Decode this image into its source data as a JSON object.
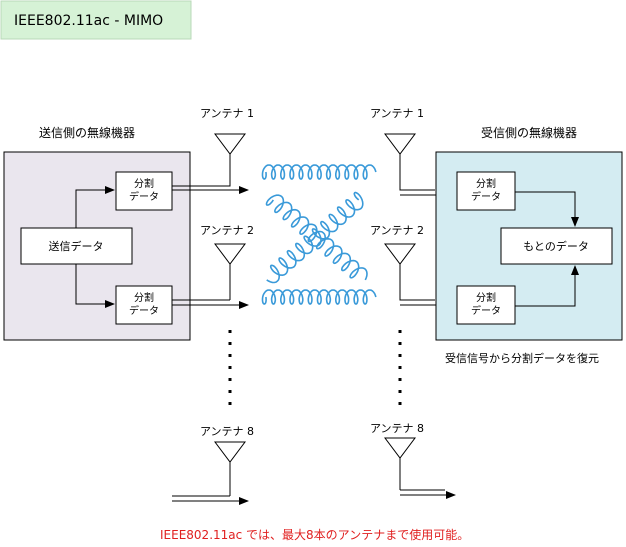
{
  "title": "IEEE802.11ac - MIMO",
  "sender": {
    "heading": "送信側の無線機器",
    "source_label": "送信データ",
    "split_label_line1": "分割",
    "split_label_line2": "データ"
  },
  "receiver": {
    "heading": "受信側の無線機器",
    "original_label": "もとのデータ",
    "split_label_line1": "分割",
    "split_label_line2": "データ",
    "caption": "受信信号から分割データを復元"
  },
  "antennas": {
    "label_1": "アンテナ 1",
    "label_2": "アンテナ 2",
    "label_8": "アンテナ 8"
  },
  "footnote": "IEEE802.11ac では、最大8本のアンテナまで使用可能。",
  "colors": {
    "title_bg": "#d6f2d6",
    "sender_bg": "#eae6ee",
    "receiver_bg": "#d4ecf2",
    "wave": "#3a9ad9",
    "footnote": "#e02020"
  }
}
